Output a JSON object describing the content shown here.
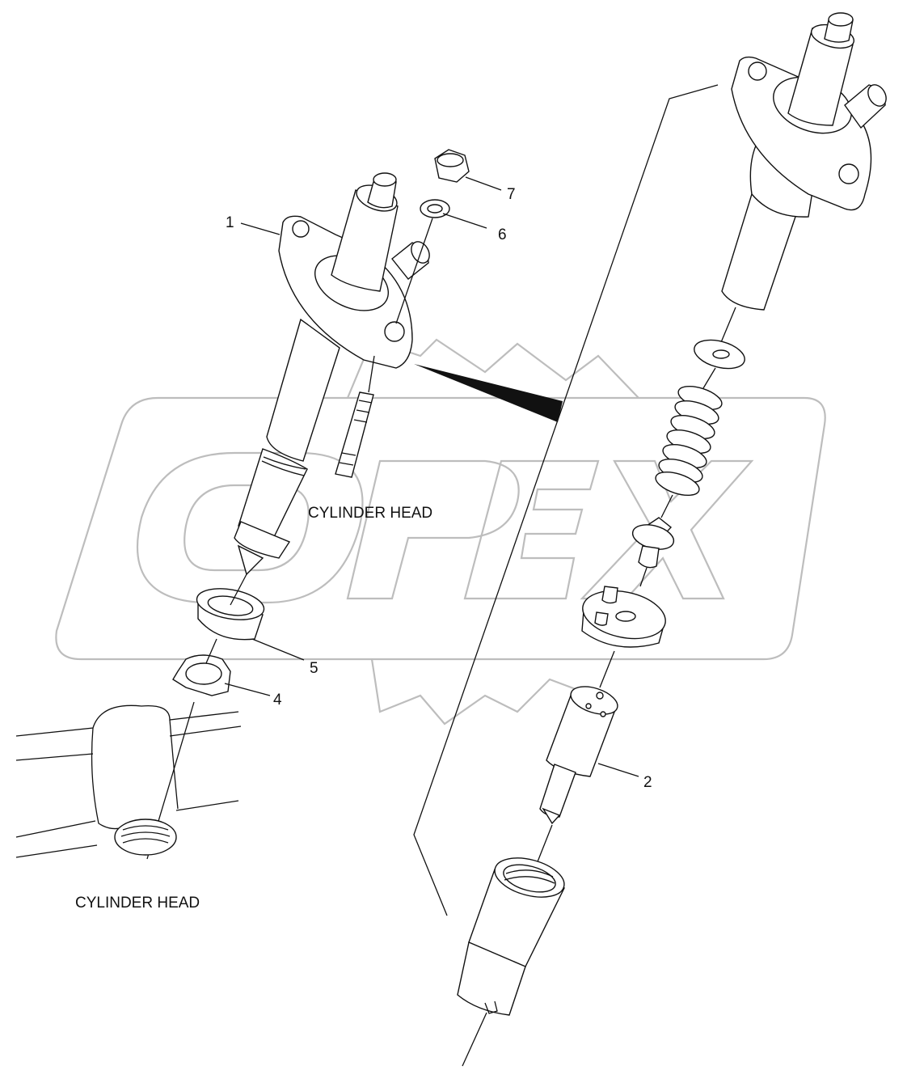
{
  "watermark": {
    "text": "OPEX"
  },
  "labels": {
    "cylinder_head_center": "CYLINDER HEAD",
    "cylinder_head_bottom": "CYLINDER HEAD"
  },
  "callouts": [
    {
      "id": "1",
      "text": "1"
    },
    {
      "id": "2",
      "text": "2"
    },
    {
      "id": "4",
      "text": "4"
    },
    {
      "id": "5",
      "text": "5"
    },
    {
      "id": "6",
      "text": "6"
    },
    {
      "id": "7",
      "text": "7"
    }
  ]
}
